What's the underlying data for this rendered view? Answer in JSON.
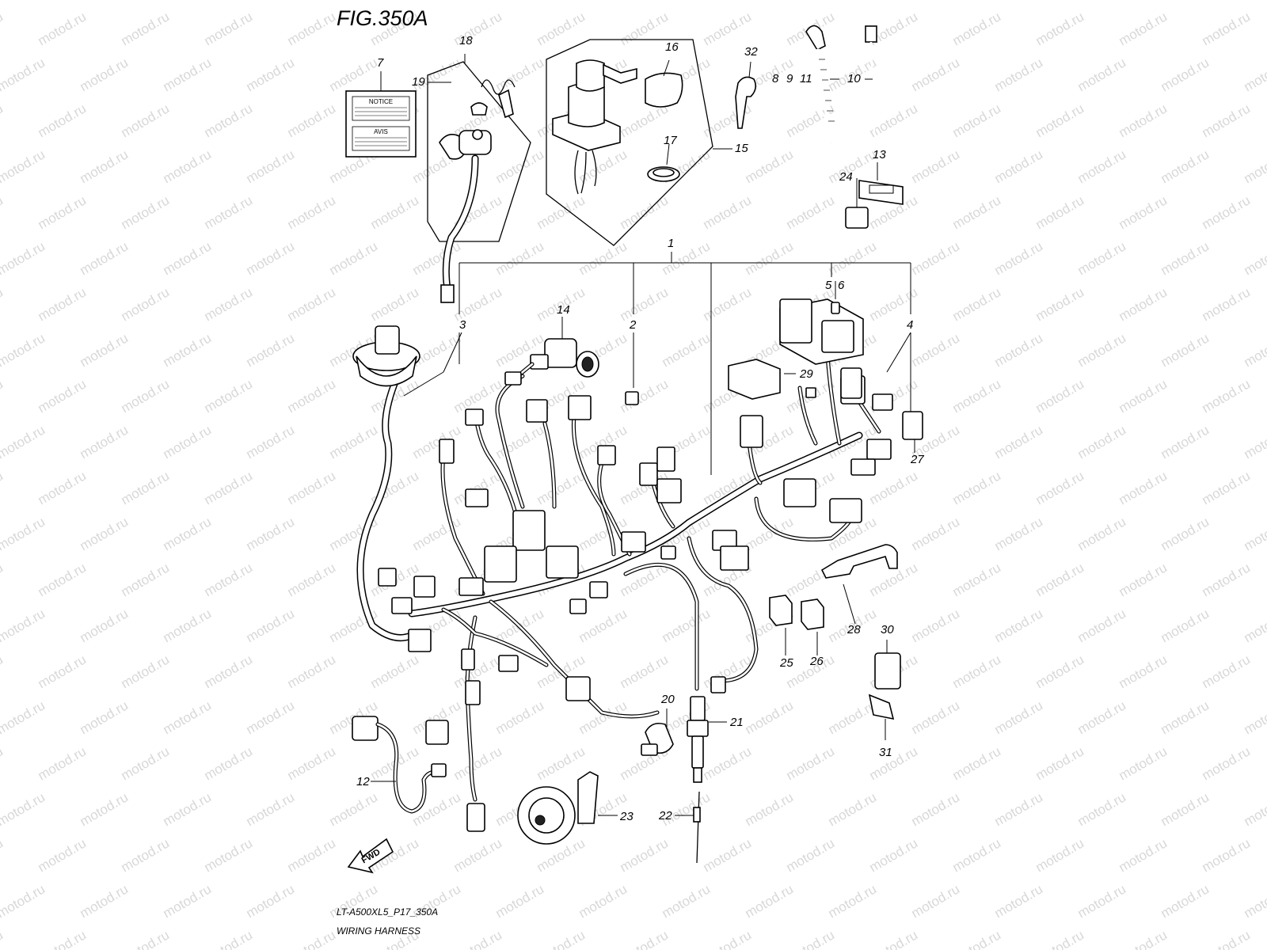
{
  "figure": {
    "title": "FIG.350A"
  },
  "footer": {
    "model_code": "LT-A500XL5_P17_350A",
    "caption": "WIRING HARNESS"
  },
  "direction": {
    "label": "FWD"
  },
  "watermark": {
    "text": "motod.ru"
  },
  "notice_label": {
    "top": "NOTICE",
    "bottom": "AVIS"
  },
  "callouts": [
    {
      "id": "c1",
      "text": "1"
    },
    {
      "id": "c2",
      "text": "2"
    },
    {
      "id": "c3",
      "text": "3"
    },
    {
      "id": "c4",
      "text": "4"
    },
    {
      "id": "c5",
      "text": "5"
    },
    {
      "id": "c6",
      "text": "6"
    },
    {
      "id": "c7",
      "text": "7"
    },
    {
      "id": "c8",
      "text": "8"
    },
    {
      "id": "c9",
      "text": "9"
    },
    {
      "id": "c10",
      "text": "10"
    },
    {
      "id": "c11",
      "text": "11"
    },
    {
      "id": "c12",
      "text": "12"
    },
    {
      "id": "c13",
      "text": "13"
    },
    {
      "id": "c14",
      "text": "14"
    },
    {
      "id": "c15",
      "text": "15"
    },
    {
      "id": "c16",
      "text": "16"
    },
    {
      "id": "c17",
      "text": "17"
    },
    {
      "id": "c18",
      "text": "18"
    },
    {
      "id": "c19",
      "text": "19"
    },
    {
      "id": "c20",
      "text": "20"
    },
    {
      "id": "c21",
      "text": "21"
    },
    {
      "id": "c22",
      "text": "22"
    },
    {
      "id": "c23",
      "text": "23"
    },
    {
      "id": "c24",
      "text": "24"
    },
    {
      "id": "c25",
      "text": "25"
    },
    {
      "id": "c26",
      "text": "26"
    },
    {
      "id": "c27",
      "text": "27"
    },
    {
      "id": "c28",
      "text": "28"
    },
    {
      "id": "c29",
      "text": "29"
    },
    {
      "id": "c30",
      "text": "30"
    },
    {
      "id": "c31",
      "text": "31"
    },
    {
      "id": "c32",
      "text": "32"
    }
  ]
}
